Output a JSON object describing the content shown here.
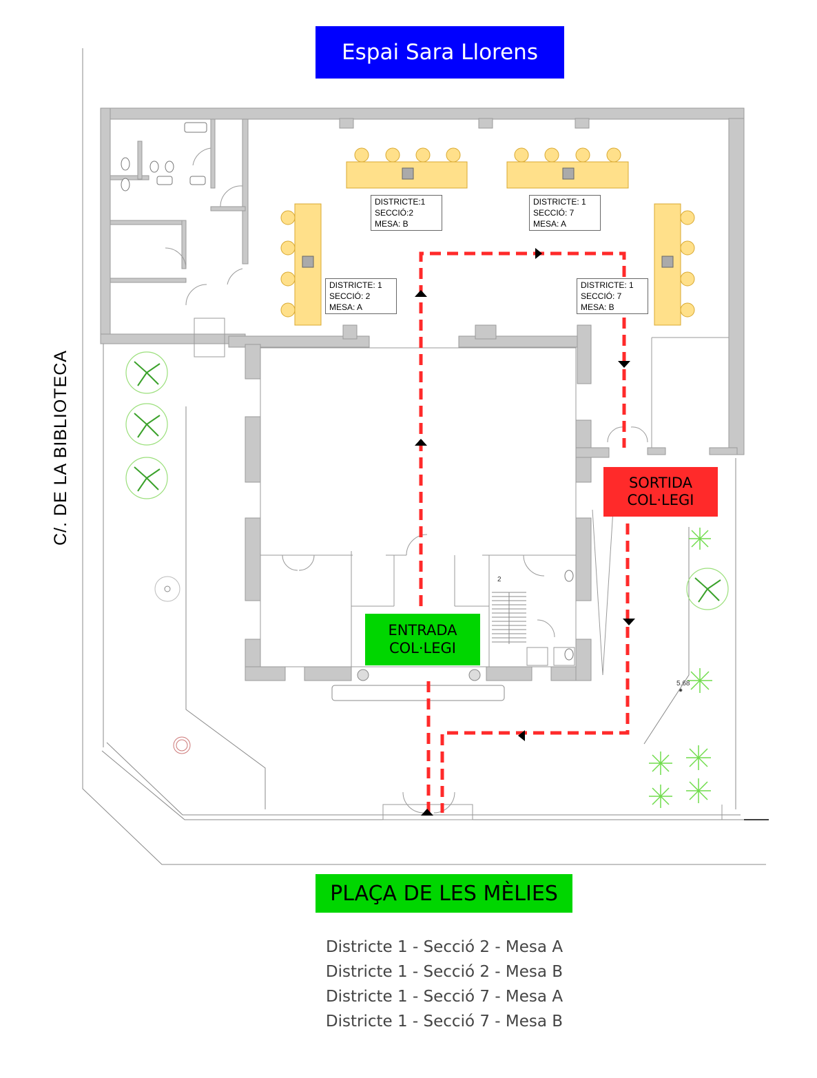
{
  "title": "Espai Sara Llorens",
  "street_left": "C/. DE LA BIBLIOTECA",
  "plaza": "PLAÇA DE LES MÈLIES",
  "entrance": {
    "line1": "ENTRADA",
    "line2": "COL·LEGI"
  },
  "exit": {
    "line1": "SORTIDA",
    "line2": "COL·LEGI"
  },
  "tables": [
    {
      "district": "DISTRICTE:1",
      "section": "SECCIÓ:2",
      "mesa": "MESA: B"
    },
    {
      "district": "DISTRICTE: 1",
      "section": "SECCIÓ: 7",
      "mesa": "MESA: A"
    },
    {
      "district": "DISTRICTE: 1",
      "section": "SECCIÓ: 2",
      "mesa": "MESA: A"
    },
    {
      "district": "DISTRICTE: 1",
      "section": "SECCIÓ: 7",
      "mesa": "MESA: B"
    }
  ],
  "elevation": "5.68",
  "stair_number": "2",
  "legend": [
    "Districte 1 - Secció 2 - Mesa A",
    "Districte 1 - Secció 2 - Mesa B",
    "Districte 1 - Secció 7 - Mesa A",
    "Districte 1 - Secció 7 - Mesa B"
  ],
  "colors": {
    "wall": "#c8c8c8",
    "table": "#ffe08a",
    "route": "#ff2a2a",
    "title_bg": "#0000ff",
    "green": "#00d600"
  }
}
